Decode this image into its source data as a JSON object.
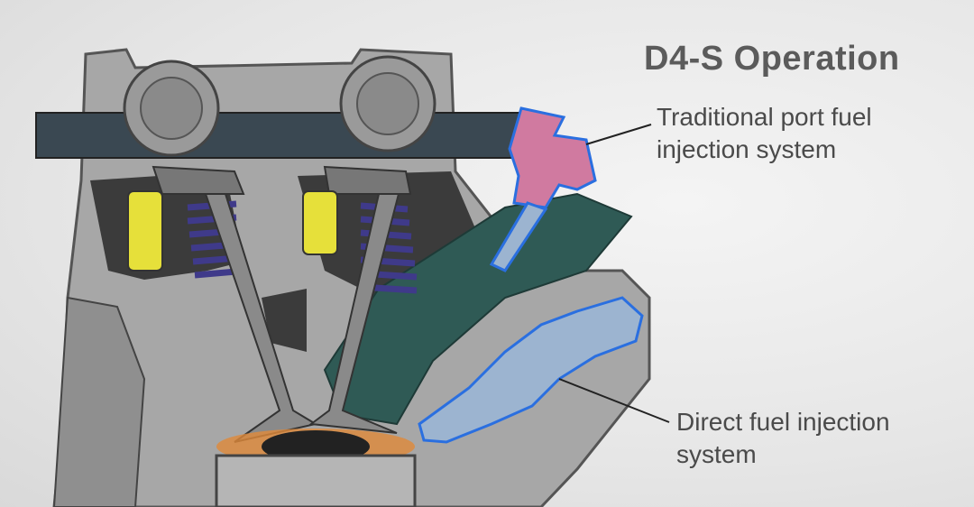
{
  "title": "D4-S Operation",
  "labels": {
    "port_injection": {
      "line1": "Traditional port fuel",
      "line2": "injection system"
    },
    "direct_injection": {
      "line1": "Direct fuel injection",
      "line2": "system"
    }
  },
  "colors": {
    "camshaft": "#3a4852",
    "head": "#a7a7a7",
    "dark": "#3b3b3b",
    "lifter": "#e6e03a",
    "spring": "#3f3a8a",
    "intake_port": "#2f5a55",
    "port_injector": "#d07aa0",
    "direct_injector": "#9cb4d0",
    "outline_blue": "#2a6fe0"
  }
}
